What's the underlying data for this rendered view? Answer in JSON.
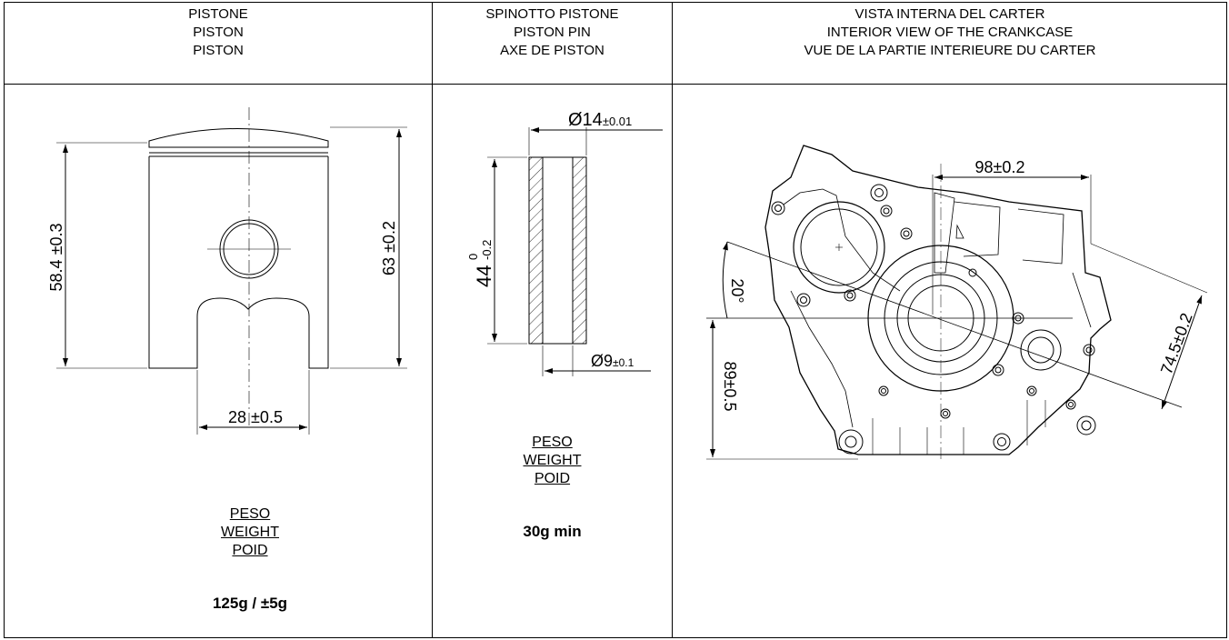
{
  "columns": [
    {
      "header": [
        "PISTONE",
        "PISTON",
        "PISTON"
      ],
      "weight_label": [
        "PESO",
        "WEIGHT",
        "POID"
      ],
      "weight_value": "125g / ±5g"
    },
    {
      "header": [
        "SPINOTTO PISTONE",
        "PISTON PIN",
        "AXE DE PISTON"
      ],
      "weight_label": [
        "PESO",
        "WEIGHT",
        "POID"
      ],
      "weight_value": "30g min"
    },
    {
      "header": [
        "VISTA INTERNA DEL CARTER",
        "INTERIOR VIEW OF THE CRANKCASE",
        "VUE DE LA PARTIE INTERIEURE DU CARTER"
      ]
    }
  ],
  "piston_dims": {
    "height_left": "58.4 ±0.3",
    "height_right": "63 ±0.2",
    "skirt_width": "28 ±0.5"
  },
  "pin_dims": {
    "outer_diameter": "Ø14",
    "outer_tol": "±0.01",
    "length": "44",
    "length_tol_upper": "0",
    "length_tol_lower": "-0.2",
    "inner_diameter": "Ø9",
    "inner_tol": "±0.1"
  },
  "crankcase_dims": {
    "top": "98±0.2",
    "angle": "20°",
    "diagonal": "74.5±0.2",
    "height": "89±0.5"
  }
}
